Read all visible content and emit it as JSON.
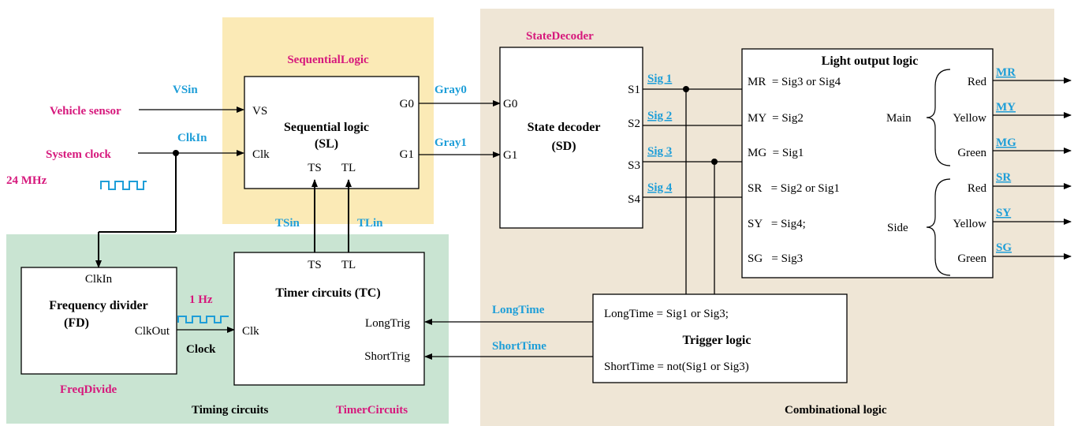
{
  "regions": {
    "sequential": "SequentialLogic",
    "state_decoder": "StateDecoder",
    "timing": "Timing circuits",
    "timer_circuits": "TimerCircuits",
    "freq_divide": "FreqDivide",
    "combinational": "Combinational logic"
  },
  "inputs": {
    "vehicle_sensor": "Vehicle sensor",
    "system_clock": "System clock",
    "freq": "24 MHz",
    "vsin": "VSin",
    "clkin": "ClkIn"
  },
  "sl": {
    "title": "Sequential logic",
    "abbr": "(SL)",
    "vs": "VS",
    "clk": "Clk",
    "ts": "TS",
    "tl": "TL",
    "g0": "G0",
    "g1": "G1"
  },
  "links": {
    "gray0": "Gray0",
    "gray1": "Gray1",
    "tsin": "TSin",
    "tlin": "TLin",
    "one_hz": "1 Hz",
    "clock": "Clock",
    "longtime": "LongTime",
    "shorttime": "ShortTime"
  },
  "sd": {
    "title": "State decoder",
    "abbr": "(SD)",
    "g0": "G0",
    "g1": "G1",
    "s1": "S1",
    "s2": "S2",
    "s3": "S3",
    "s4": "S4",
    "sig1": "Sig 1",
    "sig2": "Sig 2",
    "sig3": "Sig 3",
    "sig4": "Sig 4"
  },
  "light": {
    "title": "Light output logic",
    "eq": [
      "MR  = Sig3 or Sig4",
      "MY  = Sig2",
      "MG  = Sig1",
      "SR   = Sig2 or Sig1",
      "SY   = Sig4;",
      "SG   = Sig3"
    ],
    "main": "Main",
    "side": "Side",
    "colors": [
      "Red",
      "Yellow",
      "Green",
      "Red",
      "Yellow",
      "Green"
    ],
    "outputs": [
      "MR",
      "MY",
      "MG",
      "SR",
      "SY",
      "SG"
    ]
  },
  "fd": {
    "clkin": "ClkIn",
    "title": "Frequency divider",
    "abbr": "(FD)",
    "clkout": "ClkOut"
  },
  "tc": {
    "ts": "TS",
    "tl": "TL",
    "title": "Timer circuits (TC)",
    "clk": "Clk",
    "longtrig": "LongTrig",
    "shorttrig": "ShortTrig"
  },
  "trig": {
    "line1": "LongTime = Sig1 or Sig3;",
    "title": "Trigger logic",
    "line2": "ShortTime = not(Sig1 or Sig3)"
  },
  "colors": {
    "magenta": "#d6187c",
    "cyan": "#1e9ed8",
    "yellow_bg": "#fbeab6",
    "green_bg": "#c9e4d2",
    "tan_bg": "#efe6d6"
  }
}
